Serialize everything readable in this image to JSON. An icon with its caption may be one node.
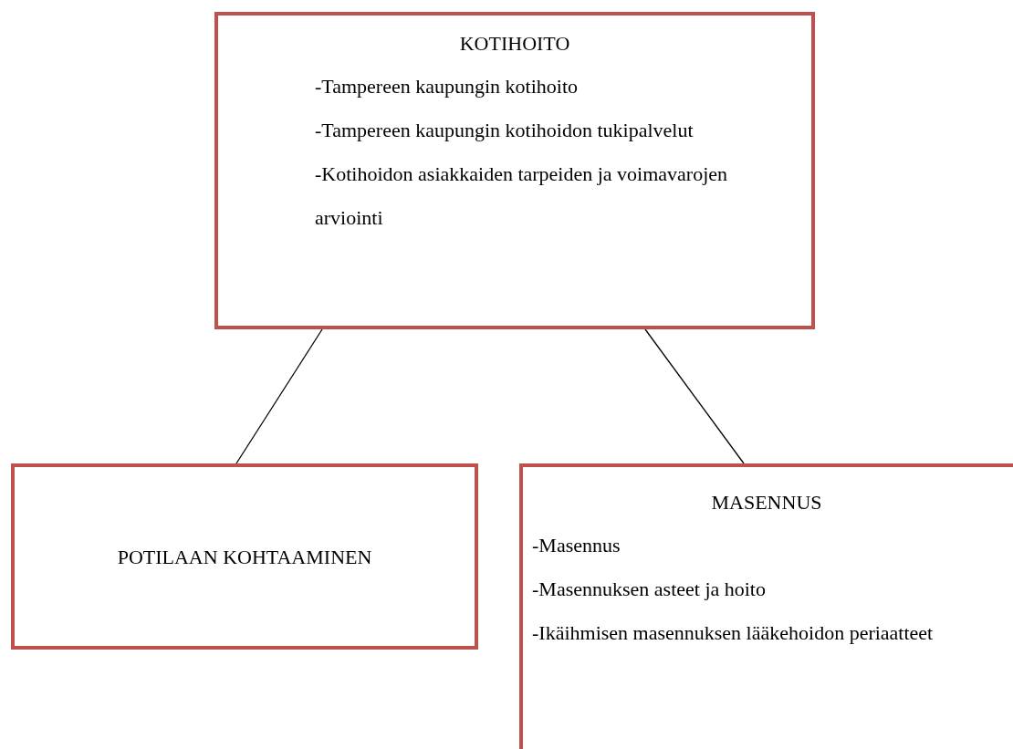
{
  "diagram": {
    "nodes": [
      {
        "text": [
          "KOTIHOITO",
          "-Tampereen kaupungin kotihoito",
          "-Tampereen kaupungin kotihoidon tukipalvelut",
          "-Kotihoidon asiakkaiden tarpeiden ja voimavarojen arviointi"
        ]
      },
      {
        "text": [
          "POTILAAN KOHTAAMINEN"
        ]
      },
      {
        "text": [
          "MASENNUS",
          "-Masennus",
          "-Masennuksen asteet ja hoito",
          "-Ikäihmisen masennuksen lääkehoidon periaatteet"
        ]
      }
    ],
    "edges": [
      {
        "from": 0,
        "to": 1,
        "arrow": "none"
      },
      {
        "from": 0,
        "to": 2,
        "arrow": "none"
      }
    ]
  }
}
